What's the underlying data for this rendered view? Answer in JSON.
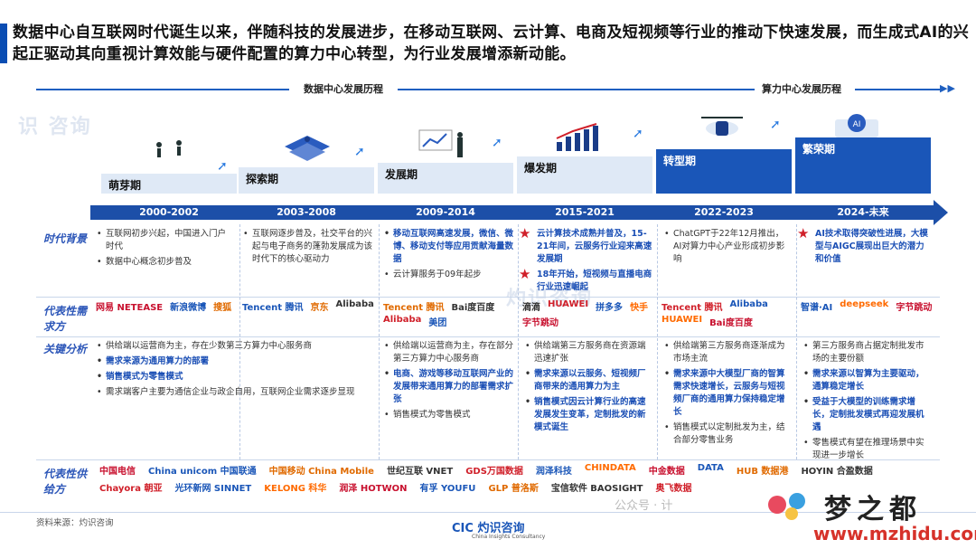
{
  "headline": "数据中心自互联网时代诞生以来，伴随科技的发展进步，在移动互联网、云计算、电商及短视频等行业的推动下快速发展，而生成式AI的兴起正驱动其向重视计算效能与硬件配置的算力中心转型，为行业发展增添新动能。",
  "timeline_labels": {
    "left": "数据中心发展历程",
    "right": "算力中心发展历程"
  },
  "stages": [
    "萌芽期",
    "探索期",
    "发展期",
    "爆发期",
    "转型期",
    "繁荣期"
  ],
  "years": [
    "2000-2002",
    "2003-2008",
    "2009-2014",
    "2015-2021",
    "2022-2023",
    "2024-未来"
  ],
  "row_labels": [
    "时代背景",
    "代表性需求方",
    "关键分析",
    "代表性供给方"
  ],
  "background": [
    [
      {
        "t": "互联网初步兴起，中国进入门户时代",
        "s": "b"
      },
      {
        "t": "数据中心概念初步普及",
        "s": "b"
      }
    ],
    [
      {
        "t": "互联网逐步普及，社交平台的兴起与电子商务的蓬勃发展成为该时代下的核心驱动力",
        "s": "b"
      }
    ],
    [
      {
        "t": "移动互联网高速发展，微信、微博、移动支付等应用贡献海量数据",
        "s": "bh"
      },
      {
        "t": "云计算服务于09年起步",
        "s": "b"
      }
    ],
    [
      {
        "t": "云计算技术成熟并普及，15-21年间，云服务行业迎来高速发展期",
        "s": "star"
      },
      {
        "t": "18年开始，短视频与直播电商行业迅速崛起",
        "s": "star"
      }
    ],
    [
      {
        "t": "ChatGPT于22年12月推出，AI对算力中心产业形成初步影响",
        "s": "b"
      }
    ],
    [
      {
        "t": "AI技术取得突破性进展，大模型与AIGC展现出巨大的潜力和价值",
        "s": "star"
      }
    ]
  ],
  "demand_logos": [
    [
      "网易 NETEASE",
      "新浪微博",
      "搜狐"
    ],
    [
      "Tencent 腾讯",
      "京东",
      "Alibaba"
    ],
    [
      "Tencent 腾讯",
      "Bai度百度",
      "Alibaba",
      "美团"
    ],
    [
      "滴滴",
      "HUAWEI",
      "拼多多",
      "快手",
      "字节跳动"
    ],
    [
      "Tencent 腾讯",
      "Alibaba",
      "HUAWEI",
      "Bai度百度"
    ],
    [
      "智谱·AI",
      "deepseek",
      "字节跳动"
    ]
  ],
  "analysis": [
    [
      {
        "t": "供给端以运营商为主，存在少数第三方算力中心服务商",
        "s": "b"
      },
      {
        "t": "需求来源为通用算力的部署",
        "s": "bh"
      },
      {
        "t": "销售模式为零售模式",
        "s": "bh"
      },
      {
        "t": "需求端客户主要为通信企业与政企自用，互联网企业需求逐步显现",
        "s": "b"
      }
    ],
    [],
    [
      {
        "t": "供给端以运营商为主，存在部分第三方算力中心服务商",
        "s": "b"
      },
      {
        "t": "电商、游戏等移动互联网产业的发展带来通用算力的部署需求扩张",
        "s": "bh"
      },
      {
        "t": "销售模式为零售模式",
        "s": "b"
      }
    ],
    [
      {
        "t": "供给端第三方服务商在资源端迅速扩张",
        "s": "b"
      },
      {
        "t": "需求来源以云服务、短视频厂商带来的通用算力为主",
        "s": "bh"
      },
      {
        "t": "销售模式因云计算行业的高速发展发生变革，定制批发的新模式诞生",
        "s": "bh"
      }
    ],
    [
      {
        "t": "供给端第三方服务商逐渐成为市场主流",
        "s": "b"
      },
      {
        "t": "需求来源中大模型厂商的智算需求快速增长，云服务与短视频厂商的通用算力保持稳定增长",
        "s": "bh"
      },
      {
        "t": "销售模式以定制批发为主，结合部分零售业务",
        "s": "b"
      }
    ],
    [
      {
        "t": "第三方服务商占据定制批发市场的主要份额",
        "s": "b"
      },
      {
        "t": "需求来源以智算为主要驱动，通算稳定增长",
        "s": "bh"
      },
      {
        "t": "受益于大模型的训练需求增长，定制批发模式再迎发展机遇",
        "s": "bh"
      },
      {
        "t": "零售模式有望在推理场景中实现进一步增长",
        "s": "b"
      }
    ]
  ],
  "supply_logos": [
    "中国电信",
    "China unicom 中国联通",
    "中国移动 China Mobile",
    "世纪互联 VNET",
    "GDS万国数据",
    "润泽科技",
    "CHINDATA",
    "中金数据",
    "DATA",
    "HUB 数据港",
    "HOYIN 合盈数据",
    "Chayora 朝亚",
    "光环新网 SINNET",
    "KELONG 科华",
    "润泽 HOTWON",
    "有孚 YOUFU",
    "GLP 普洛斯",
    "宝信软件 BAOSIGHT",
    "奥飞数据"
  ],
  "footer_source": "资料来源：灼识咨询",
  "brand": {
    "name": "CIC 灼识咨询",
    "sub": "China Insights Consultancy"
  },
  "wechat": "公众号 · 计",
  "site": {
    "title": "梦之都",
    "url": "www.mzhidu.com"
  },
  "watermark": "CIC 灼识咨询 China Insights Consultancy",
  "colors": {
    "accent": "#1a56b8",
    "highlight": "#1b4fb5",
    "star": "#d0202a"
  }
}
